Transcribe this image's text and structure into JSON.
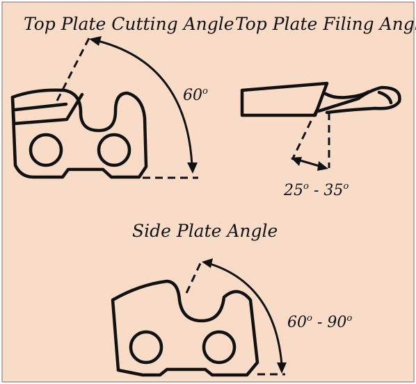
{
  "background_color": "#f8dcc8",
  "ink_color": "#111111",
  "labels": {
    "top_plate_cutting_angle": "Top Plate Cutting Angle",
    "top_plate_filing_angle": "Top Plate Filing Angle",
    "side_plate_angle": "Side Plate Angle"
  },
  "angles": {
    "cutting": {
      "value": "60",
      "unit": "o"
    },
    "filing": {
      "min": "25",
      "max": "35",
      "unit": "o",
      "separator": " - "
    },
    "side": {
      "min": "60",
      "max": "90",
      "unit": "o",
      "separator": " - "
    }
  }
}
